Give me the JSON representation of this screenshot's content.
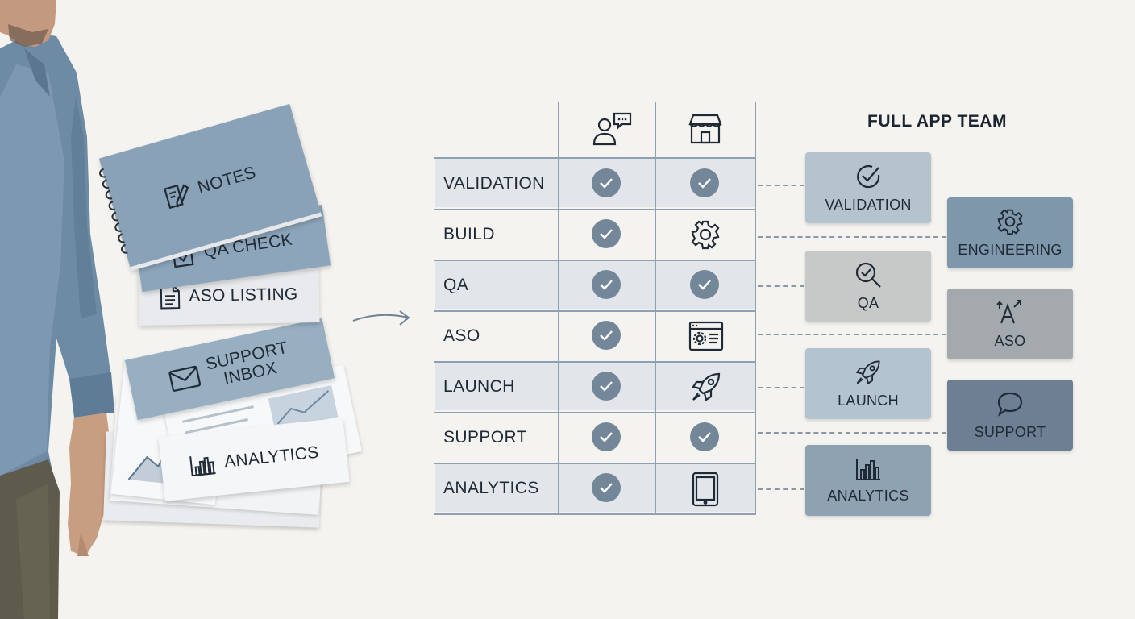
{
  "stack": {
    "notes": "NOTES",
    "qa_check": "QA CHECK",
    "aso_listing": "ASO LISTING",
    "support_inbox": [
      "SUPPORT",
      "INBOX"
    ],
    "analytics": "ANALYTICS"
  },
  "table": {
    "rows": [
      "VALIDATION",
      "BUILD",
      "QA",
      "ASO",
      "LAUNCH",
      "SUPPORT",
      "ANALYTICS"
    ],
    "col1_icon": "person-chat-icon",
    "col2_icon": "storefront-icon",
    "col1_cells": [
      "check",
      "check",
      "check",
      "check",
      "check",
      "check",
      "check"
    ],
    "col2_cells": [
      "check",
      "gear",
      "check",
      "browser-window",
      "rocket",
      "check",
      "tablet"
    ]
  },
  "team": {
    "title": "FULL APP TEAM",
    "boxes": [
      {
        "label": "VALIDATION",
        "icon": "check-circle-icon",
        "color": "#b5c3cf"
      },
      {
        "label": "ENGINEERING",
        "icon": "gear-icon",
        "color": "#7f97ab"
      },
      {
        "label": "QA",
        "icon": "magnifier-check-icon",
        "color": "#c7c8c8"
      },
      {
        "label": "ASO",
        "icon": "font-arrows-icon",
        "color": "#a3a9ad"
      },
      {
        "label": "LAUNCH",
        "icon": "rocket-icon",
        "color": "#b3c3cf"
      },
      {
        "label": "SUPPORT",
        "icon": "speech-bubble-icon",
        "color": "#6f7f93"
      },
      {
        "label": "ANALYTICS",
        "icon": "bar-chart-icon",
        "color": "#8fa2b2"
      }
    ]
  },
  "colors": {
    "background": "#f4f3ef",
    "check": "#738799",
    "notebook": "#8aa2b8",
    "grid": "#8fa0b0"
  }
}
